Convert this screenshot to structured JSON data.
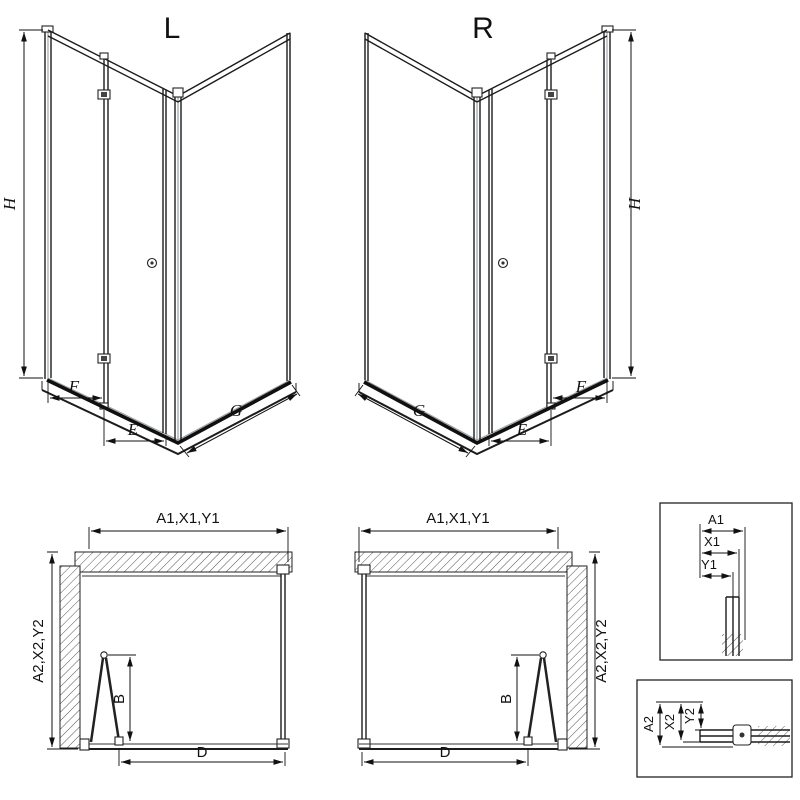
{
  "views": {
    "l3d": {
      "title": "L",
      "dim_h": "H",
      "dim_f": "F",
      "dim_e": "E",
      "dim_g": "G"
    },
    "r3d": {
      "title": "R",
      "dim_h": "H",
      "dim_f": "F",
      "dim_e": "E",
      "dim_g": "G"
    },
    "plan_l": {
      "dim_top": "A1,X1,Y1",
      "dim_side": "A2,X2,Y2",
      "dim_b": "B",
      "dim_d": "D"
    },
    "plan_r": {
      "dim_top": "A1,X1,Y1",
      "dim_side": "A2,X2,Y2",
      "dim_b": "B",
      "dim_d": "D"
    },
    "detail_top": {
      "dim_a1": "A1",
      "dim_x1": "X1",
      "dim_y1": "Y1"
    },
    "detail_bottom": {
      "dim_a2": "A2",
      "dim_x2": "X2",
      "dim_y2": "Y2"
    }
  },
  "colors": {
    "line": "#1a1a1a",
    "background": "#ffffff"
  }
}
